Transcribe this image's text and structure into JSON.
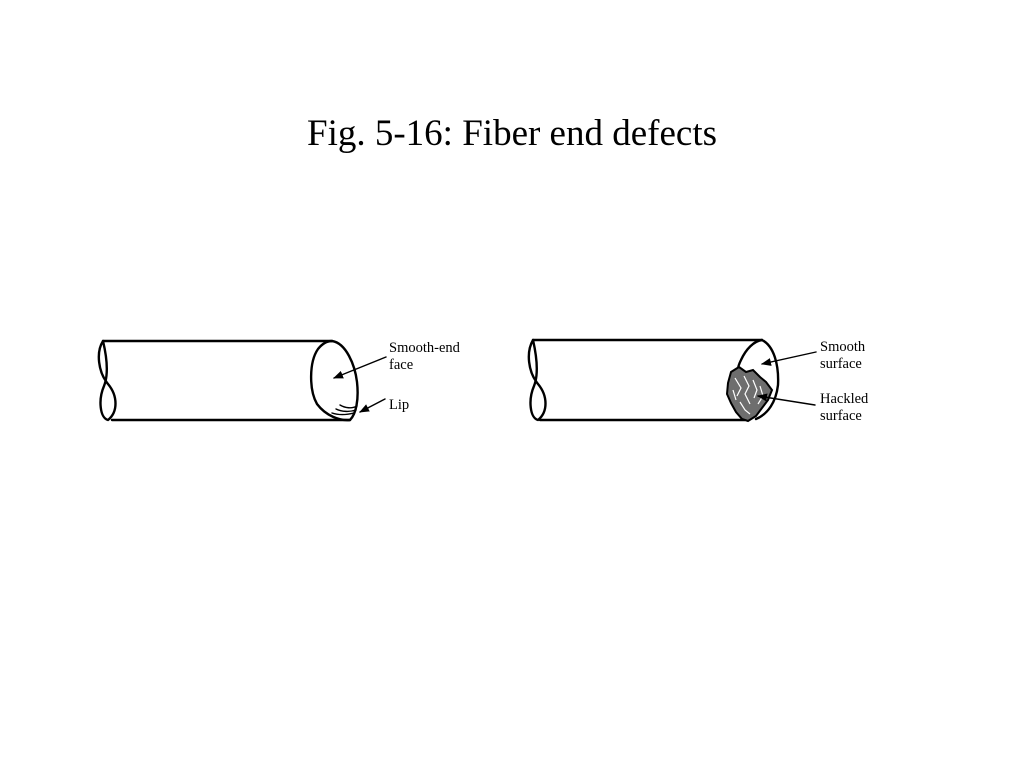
{
  "slide": {
    "title": "Fig. 5-16: Fiber end defects"
  },
  "left_fiber": {
    "labels": {
      "smooth_end_face_line1": "Smooth-end",
      "smooth_end_face_line2": "face",
      "lip": "Lip"
    }
  },
  "right_fiber": {
    "labels": {
      "smooth_surface_line1": "Smooth",
      "smooth_surface_line2": "surface",
      "hackled_surface_line1": "Hackled",
      "hackled_surface_line2": "surface"
    }
  }
}
